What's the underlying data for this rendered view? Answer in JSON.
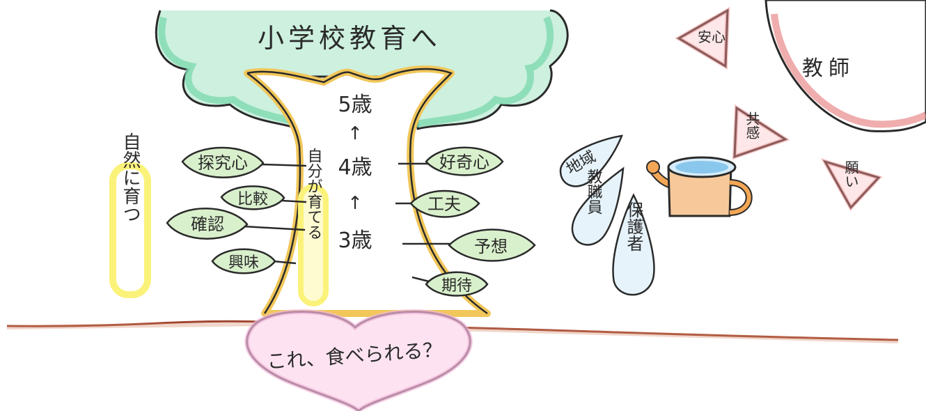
{
  "title": "小学校教育へ",
  "teacher": "教師",
  "ages": [
    "5歳",
    "4歳",
    "3歳"
  ],
  "arrow": "↑",
  "trunk_label": "自分が育てる",
  "left_leaves": [
    "探究心",
    "比較",
    "確認",
    "興味"
  ],
  "right_leaves": [
    "好奇心",
    "工夫",
    "予想",
    "期待"
  ],
  "nature_label": "自然に育つ",
  "drops": [
    "地域",
    "教職員",
    "保護者"
  ],
  "triangles": [
    "安心",
    "共感",
    "願い"
  ],
  "heart_label": "これ、食べられる？",
  "colors": {
    "foliage": "#7fd9b0",
    "trunk": "#f1c75a",
    "leaf": "#d9f0cc",
    "nature_glow": "#fbf27a",
    "drop": "#bcdff2",
    "triangle": "#f3b3b7",
    "teacher_arc": "#e88a8a",
    "heart": "#f4b8dc",
    "ground": "#a0452f",
    "can": "#f3a756",
    "can_water": "#8ac7ec"
  }
}
